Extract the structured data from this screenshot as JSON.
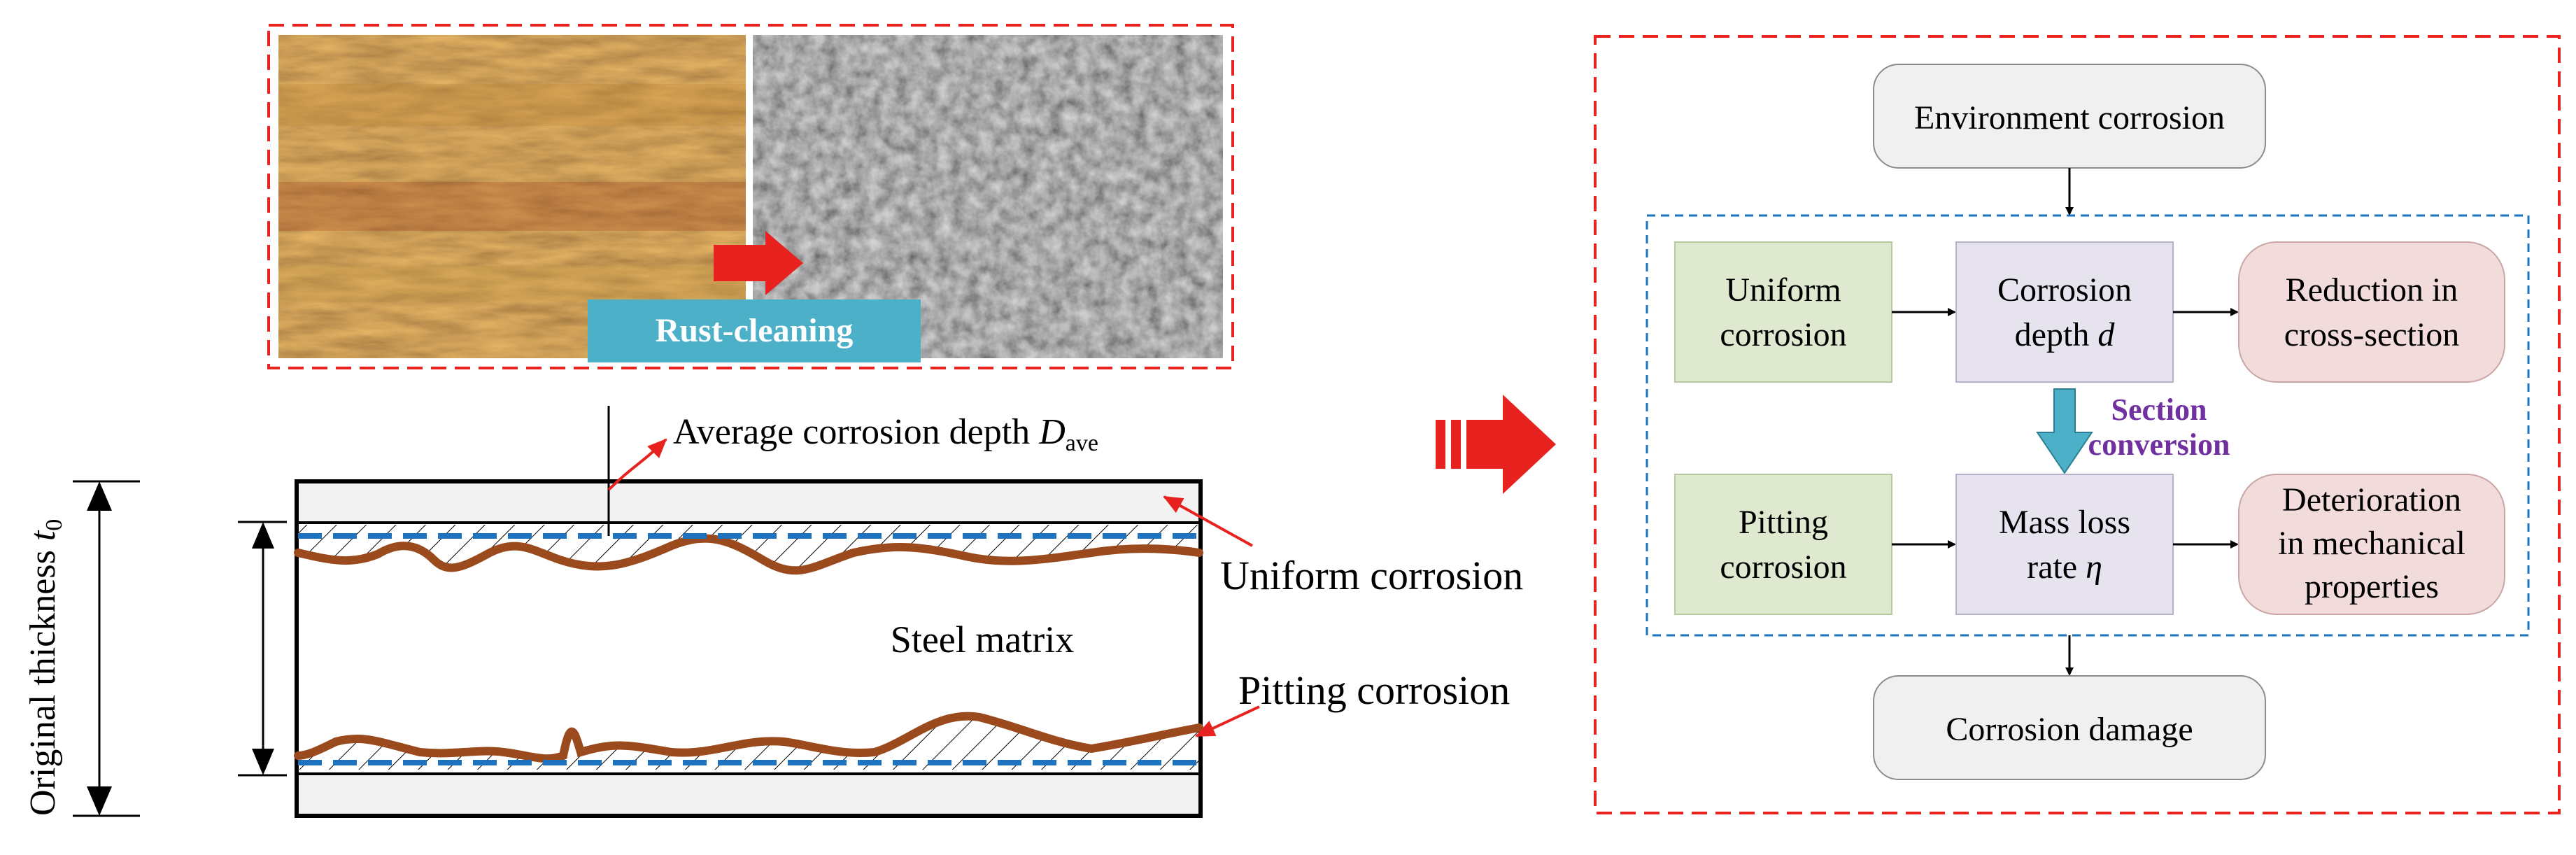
{
  "photos": {
    "rust_cleaning_label": "Rust-cleaning"
  },
  "cross_section": {
    "average_depth_label": "Average corrosion depth ",
    "average_depth_symbol": "D",
    "average_depth_subscript": "ave",
    "original_thickness_label": "Original thickness ",
    "original_thickness_symbol": "t",
    "original_thickness_subscript": "0",
    "uniform_corrosion_label": "Uniform corrosion",
    "pitting_corrosion_label": "Pitting corrosion",
    "steel_matrix_label": "Steel matrix"
  },
  "flowchart": {
    "environment_corrosion": "Environment corrosion",
    "uniform_corrosion": [
      "Uniform",
      "corrosion"
    ],
    "corrosion_depth": [
      "Corrosion",
      "depth "
    ],
    "corrosion_depth_symbol": "d",
    "reduction": [
      "Reduction in",
      "cross-section"
    ],
    "section_conversion": [
      "Section",
      "conversion"
    ],
    "pitting_corrosion": [
      "Pitting",
      "corrosion"
    ],
    "mass_loss": [
      "Mass loss",
      "rate "
    ],
    "mass_loss_symbol": "η",
    "deterioration": [
      "Deterioration",
      "in mechanical",
      "properties"
    ],
    "corrosion_damage": "Corrosion damage"
  },
  "colors": {
    "red_dash": "#e8231f",
    "blue_dash": "#1e73be",
    "rust_line": "#9a4a1c",
    "label_bg": "#4bb0c8",
    "green_box": "#dfe9cf",
    "lavender_box": "#e6e3ef",
    "pink_box": "#f2dcdb",
    "gray_box": "#f0f0f0",
    "purple_text": "#7030a0"
  }
}
